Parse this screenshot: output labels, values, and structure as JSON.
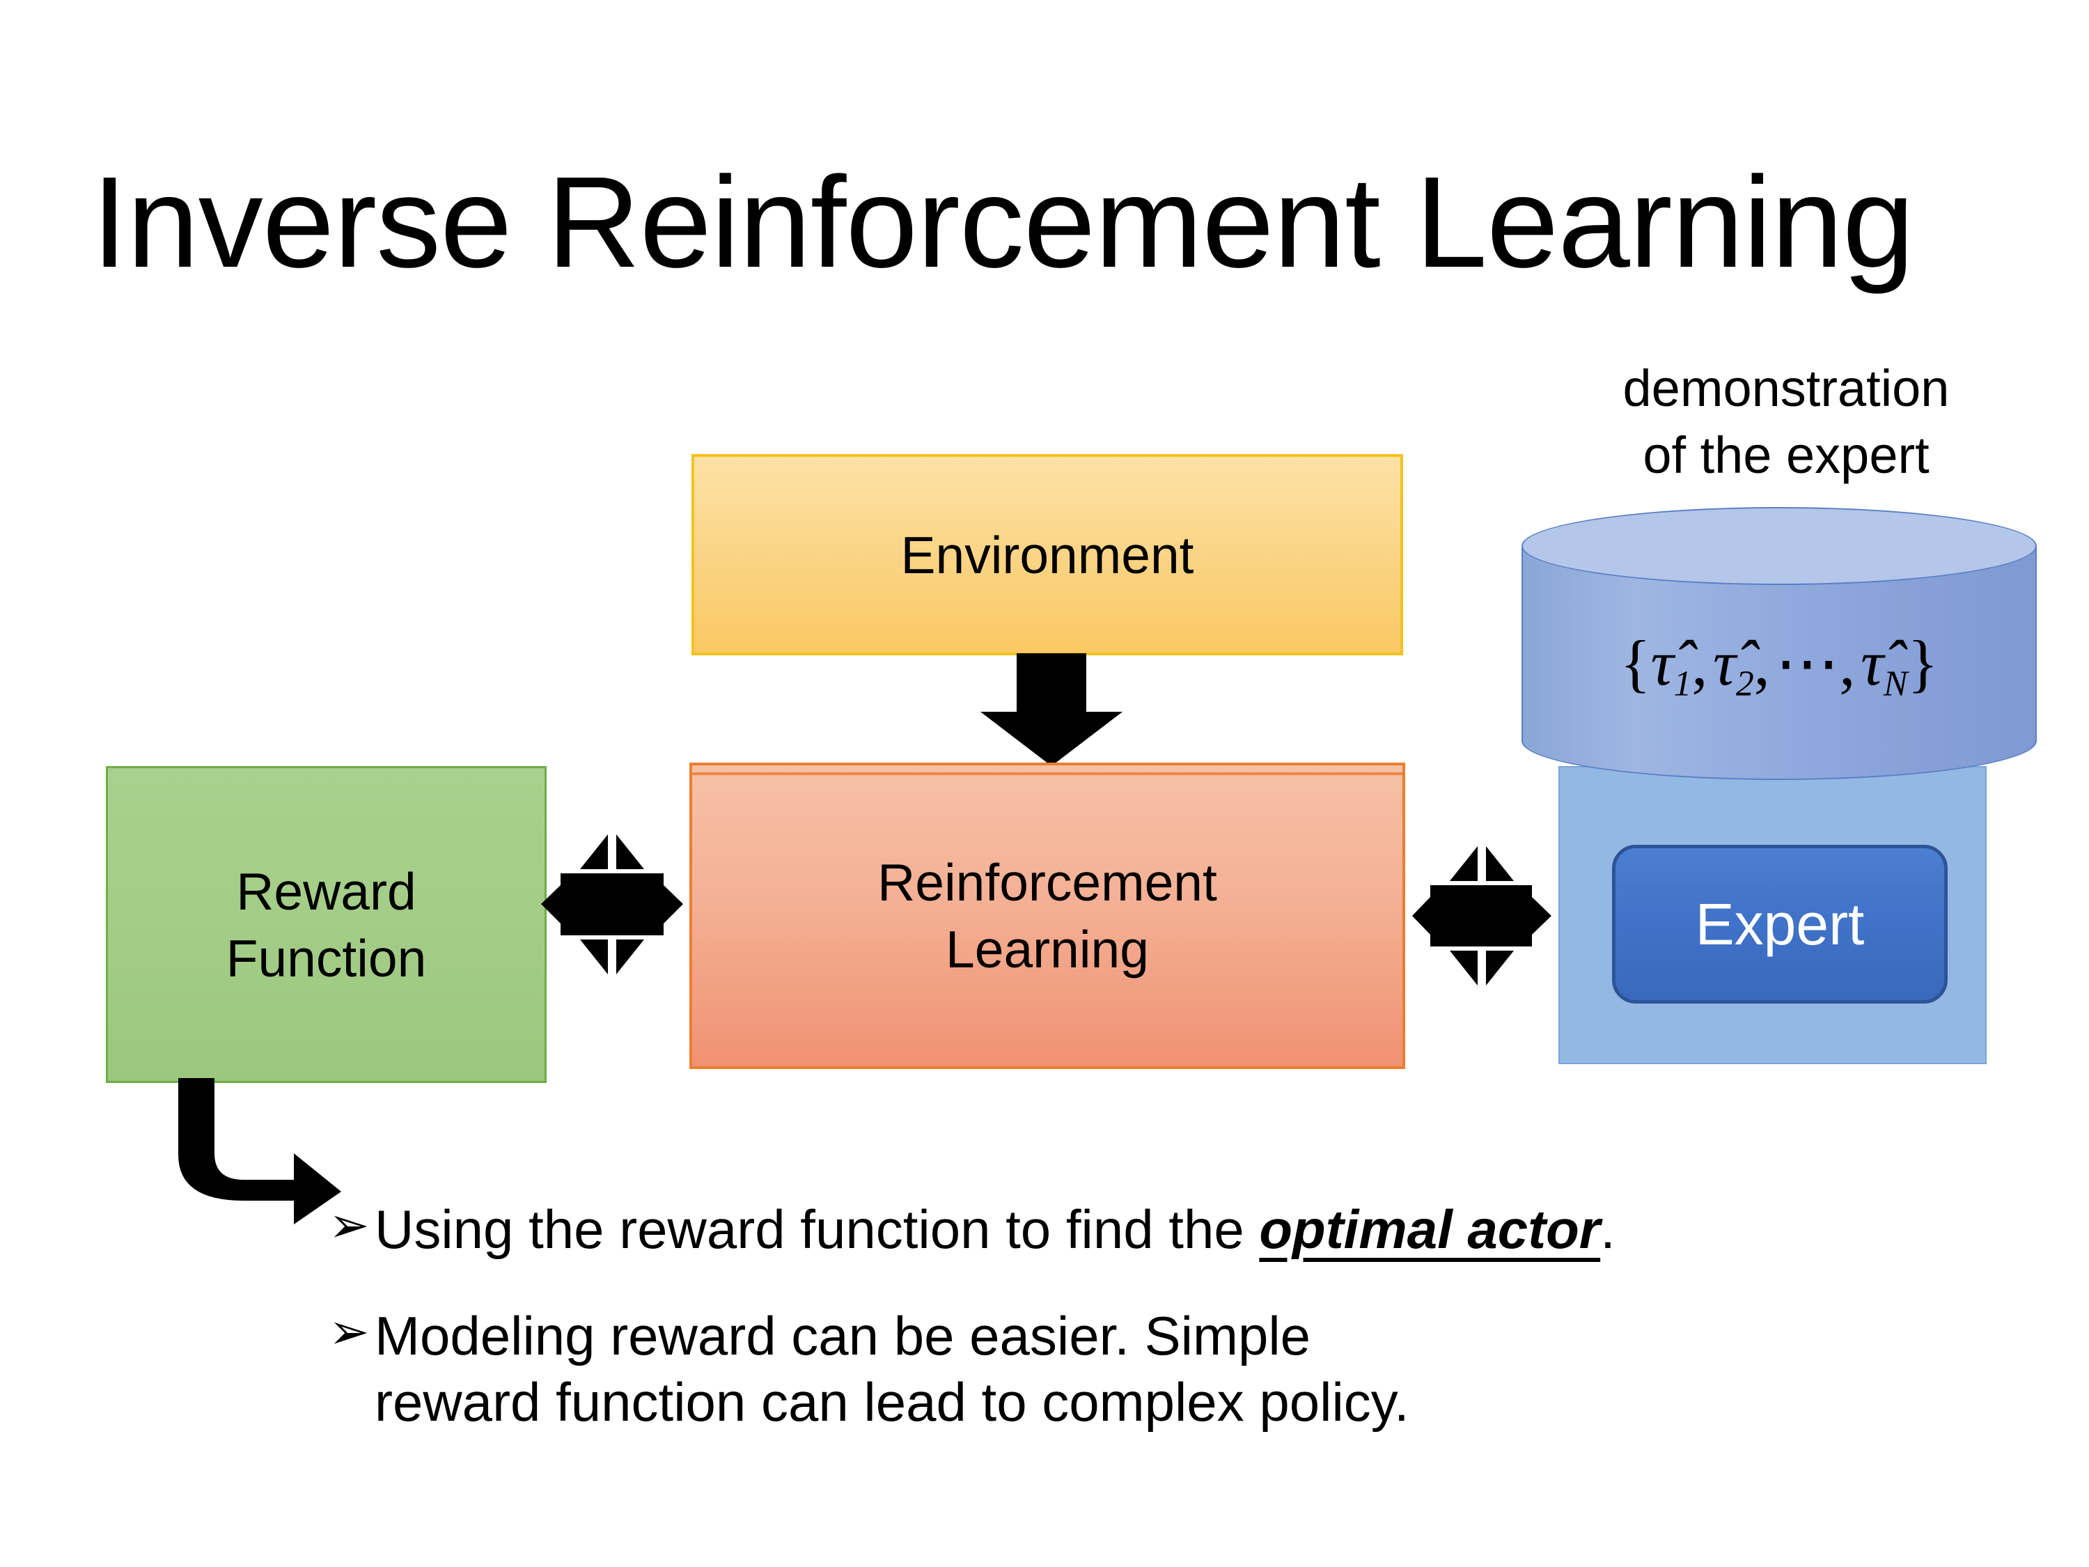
{
  "slide": {
    "title": "Inverse Reinforcement Learning",
    "background_color": "#ffffff"
  },
  "diagram": {
    "environment_box": {
      "label": "Environment",
      "fill_color": "#fad27f",
      "border_color": "#f4c21e"
    },
    "reinforcement_learning_box": {
      "label": "Reinforcement\nLearning",
      "label_line1": "Reinforcement",
      "label_line2": "Learning",
      "fill_color": "#f4b094",
      "border_color": "#ed7d31"
    },
    "reward_function_box": {
      "label_line1": "Reward",
      "label_line2": "Function",
      "fill_color": "#a9d08e",
      "border_color": "#70ad47"
    },
    "demonstration": {
      "caption_line1": "demonstration",
      "caption_line2": "of the expert",
      "cylinder_label_plain": "{τ̂1, τ̂2, ⋯ , τ̂N}",
      "cylinder_parts": {
        "open_brace": "{",
        "tau1": "τ̂",
        "sub1": "1",
        "comma1": ",",
        "tau2": "τ̂",
        "sub2": "2",
        "comma2": ",",
        "ellipsis": "⋯",
        "comma3": ",",
        "tauN": "τ̂",
        "subN": "N",
        "close_brace": "}"
      },
      "cylinder_fill_color": "#8fa8dd",
      "cylinder_top_color": "#b4c7ea",
      "container_fill_color": "#94b8e4",
      "expert_label": "Expert",
      "expert_fill_color": "#3f72c8",
      "expert_text_color": "#ffffff"
    },
    "arrows": {
      "environment_to_rl": "down-arrow",
      "reward_to_rl": "four-way-arrow",
      "rl_to_expert": "four-way-arrow",
      "reward_to_bullet": "bent-elbow-arrow",
      "color": "#000000"
    }
  },
  "bullets": [
    {
      "marker": "➢",
      "text_before": "Using the reward function to find the ",
      "emphasis": "optimal actor",
      "text_after": "."
    },
    {
      "marker": "➢",
      "text_before": "Modeling reward can be easier. Simple reward function can lead to complex policy.",
      "emphasis": "",
      "text_after": ""
    }
  ]
}
